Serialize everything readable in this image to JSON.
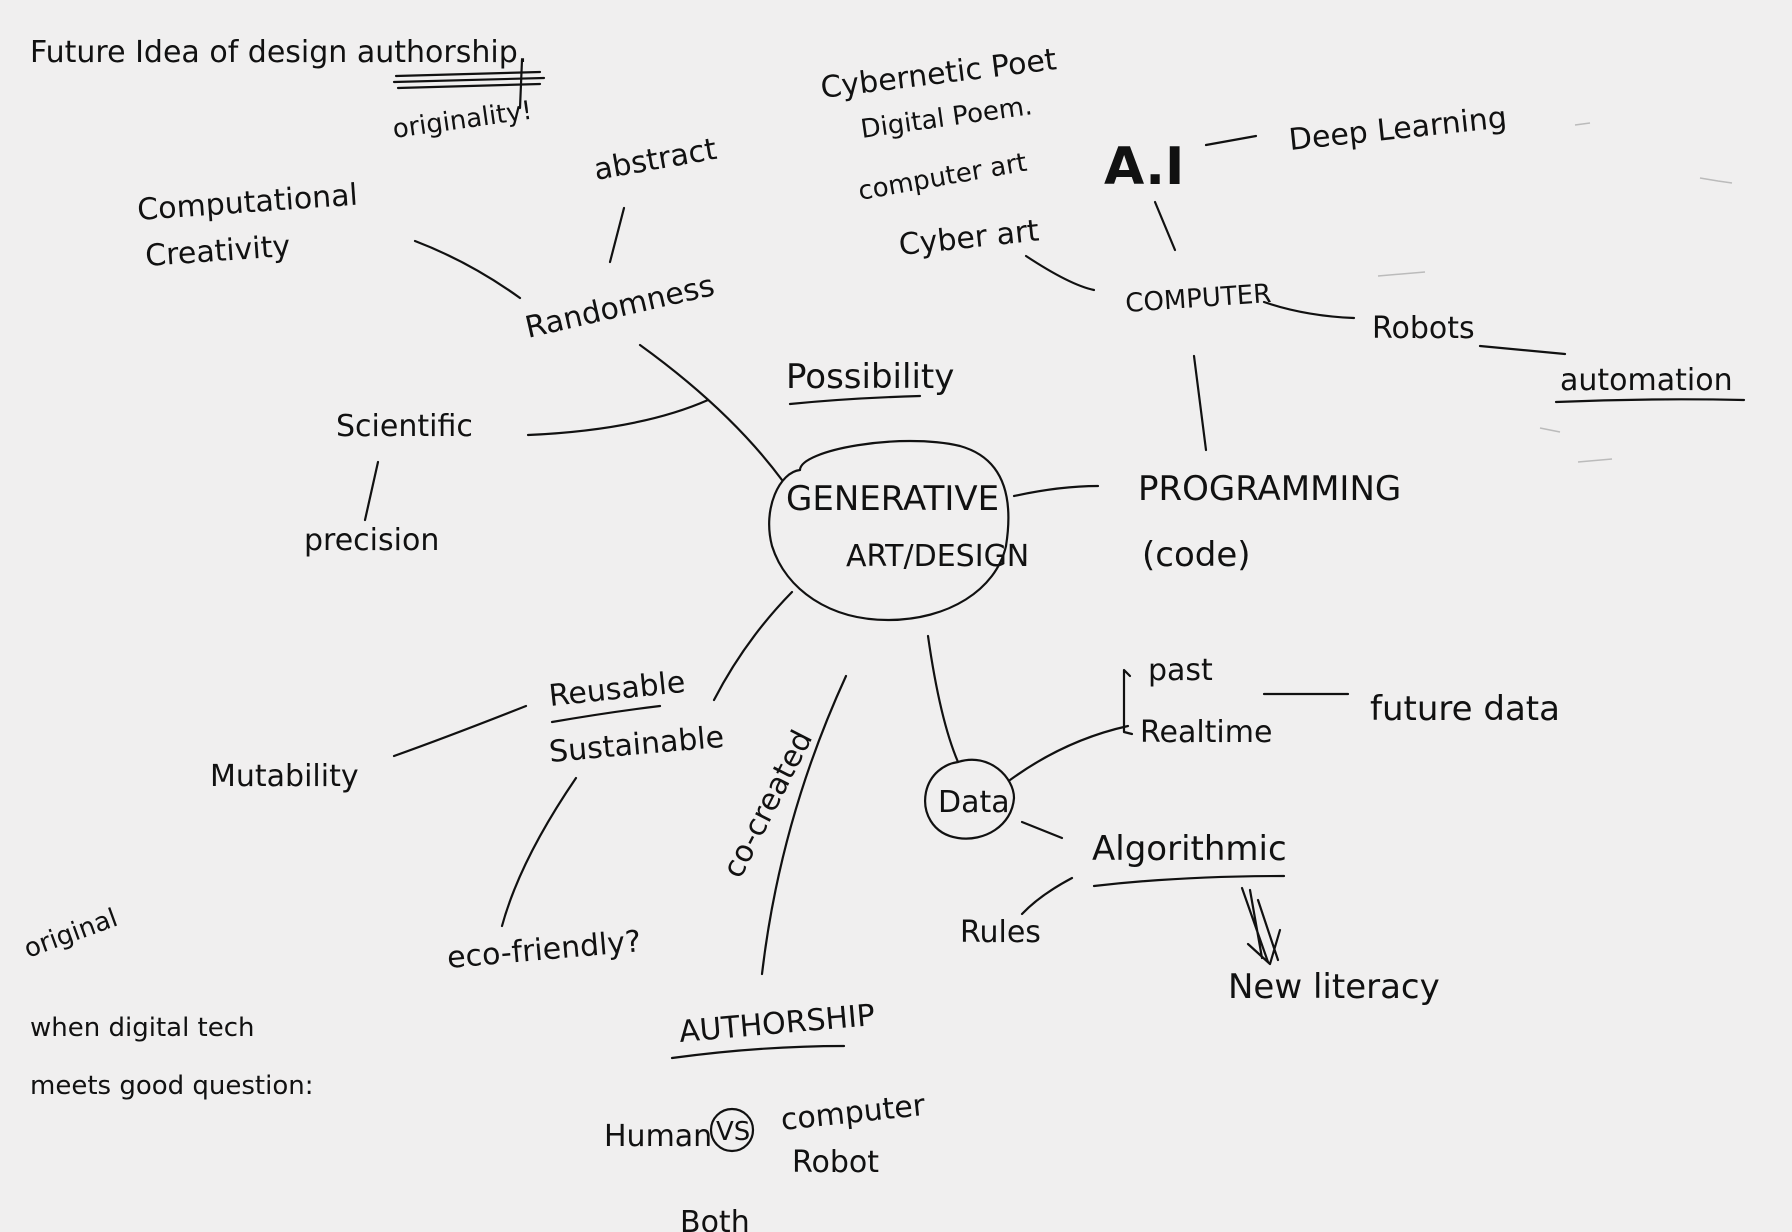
{
  "header": {
    "title": "Future Idea of design authorship.",
    "note": "originality!"
  },
  "center": {
    "line1": "GENERATIVE",
    "line2": "ART/DESIGN"
  },
  "nodes": {
    "possibility": "Possibility",
    "computational": "Computational",
    "creativity": "Creativity",
    "abstract": "abstract",
    "randomness": "Randomness",
    "scientific": "Scientific",
    "precision": "precision",
    "cybernetic_poet": "Cybernetic Poet",
    "digital_poem": "Digital Poem.",
    "computer_art": "computer art",
    "cyber_art": "Cyber art",
    "ai": "A.I",
    "deep_learning": "Deep Learning",
    "computer": "COMPUTER",
    "robots": "Robots",
    "automation": "automation",
    "programming": "PROGRAMMING",
    "code": "(code)",
    "past": "past",
    "realtime": "Realtime",
    "future_data": "future data",
    "data": "Data",
    "algorithmic": "Algorithmic",
    "rules": "Rules",
    "new_literacy": "New literacy",
    "reusable": "Reusable",
    "sustainable": "Sustainable",
    "mutability": "Mutability",
    "eco_friendly": "eco-friendly?",
    "co_created": "co-created",
    "authorship": "AUTHORSHIP",
    "human": "Human",
    "vs": "VS",
    "computer_small": "computer",
    "robot": "Robot",
    "both": "Both"
  },
  "side_notes": {
    "original": "original",
    "when_line1": "when digital tech",
    "when_line2": "meets good question:"
  }
}
